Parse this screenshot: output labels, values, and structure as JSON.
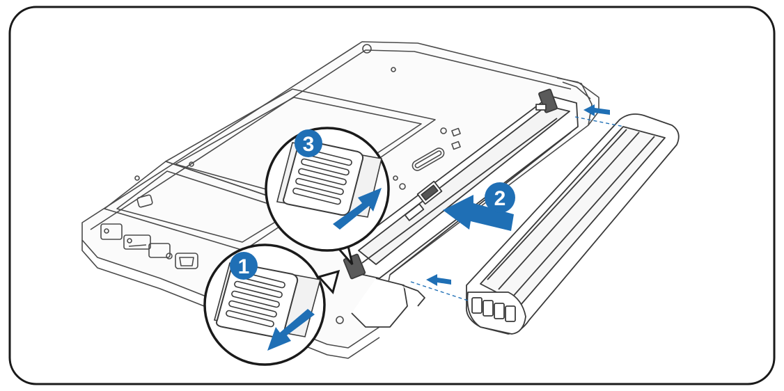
{
  "diagram": {
    "type": "battery-installation-illustration",
    "accent_color": "#1f6fb5",
    "line_color": "#3a3a3a",
    "frame_color": "#1a1a1a",
    "steps": [
      {
        "number": "1",
        "action": "slide-lock-outward",
        "icon": "slider-latch-icon"
      },
      {
        "number": "2",
        "action": "insert-battery",
        "icon": "battery-insert-arrow-icon"
      },
      {
        "number": "3",
        "action": "slide-lock-back",
        "icon": "slider-latch-icon"
      }
    ]
  }
}
